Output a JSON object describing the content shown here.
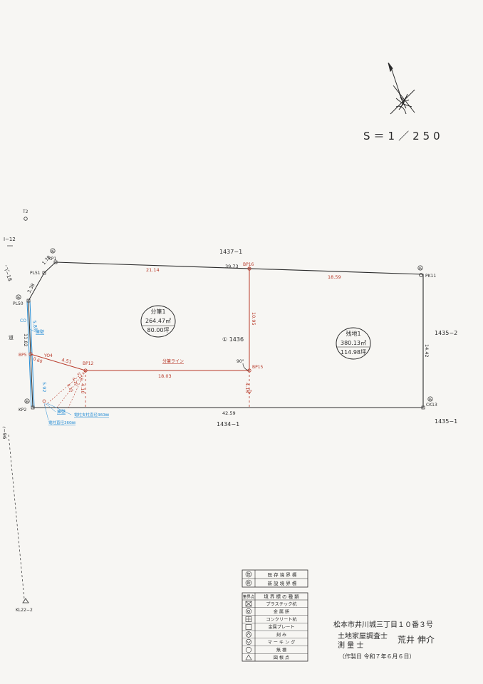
{
  "scale": "S＝1／250",
  "lots": {
    "north": "1437−1",
    "south": "1434−1",
    "east_upper": "1435−2",
    "east_lower": "1435−1",
    "center": "① 1436"
  },
  "parcels": {
    "split": {
      "name": "分筆1",
      "area": "264.47㎡",
      "tsubo": "80.00坪"
    },
    "remain": {
      "name": "残地1",
      "area": "380.13㎡",
      "tsubo": "114.98坪"
    }
  },
  "points": {
    "t2": "T2",
    "kp1": "KP1",
    "pl51": "PL51",
    "pl50": "PL50",
    "bp5": "BP5",
    "yo4": "YO4",
    "kp2": "KP2",
    "bp12": "BP12",
    "bp15": "BP15",
    "bp16": "BP16",
    "pk11": "PK11",
    "ck13": "CK13",
    "kl22": "KL22−2"
  },
  "dims": {
    "top_total": "39.73",
    "top_left": "21.14",
    "top_right": "18.59",
    "bottom": "42.59",
    "right": "14.42",
    "vert_mid": "10.95",
    "split_line_len": "18.03",
    "bp15_down": "4.15",
    "bp12_down": "4.10",
    "bp12_yo4": "4.51",
    "left_upper": "11.82",
    "left_lower": "5.92",
    "co_dim": "5.89",
    "pl_kp1": "1.78",
    "pl51_pl50": "3.38",
    "yo4_left": "0.60",
    "diag_a": "4.15",
    "diag_b": "4.20",
    "diag_c": "5.10"
  },
  "labels": {
    "new_mark": "新",
    "road": "道",
    "co": "CO",
    "wall_top": "擁壁",
    "wall_bottom": "擁壁",
    "pole1": "電柱支柱直径360㎜",
    "pole2": "電柱直径360㎜",
    "split_line": "分筆ライン",
    "angle": "90°",
    "edge1": "I−12",
    "edge2": "ｨ−18",
    "edge3": "ｨ−96"
  },
  "legend1": {
    "rows": [
      {
        "mark": "既",
        "text": "既 存 境 界 標"
      },
      {
        "mark": "新",
        "text": "新 設 境 界 標"
      }
    ]
  },
  "legend2": {
    "header_mark": "筆界点",
    "header_text": "境 界 標 の 種 類",
    "rows": [
      {
        "text": "プラスチック杭"
      },
      {
        "text": "金 属 鋲"
      },
      {
        "text": "コンクリート杭"
      },
      {
        "text": "金属プレート"
      },
      {
        "text": "刻 み"
      },
      {
        "text": "マ ー キ ン グ"
      },
      {
        "text": "無 標"
      },
      {
        "text": "図 根 点"
      }
    ]
  },
  "footer": {
    "address": "松本市井川城三丁目１０番３号",
    "title1": "土地家屋調査士",
    "title2": "測 量 士",
    "name": "荒井 伸介",
    "date": "（作製日 令和７年６月６日）"
  },
  "colors": {
    "ink": "#2b2b2b",
    "red": "#b83a2a",
    "blue": "#2a8fd6"
  }
}
